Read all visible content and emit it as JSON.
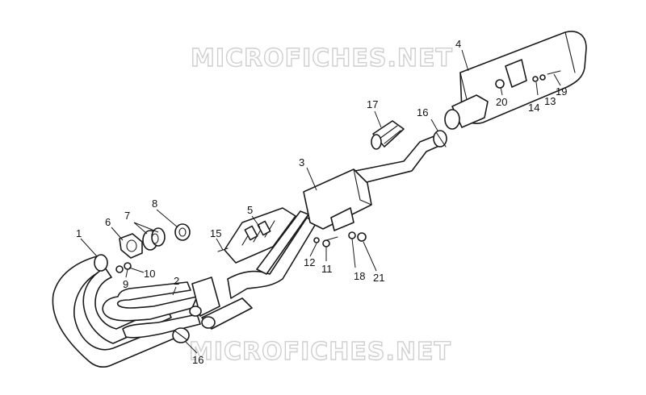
{
  "watermark": {
    "text": "MICROFICHES.NET",
    "color": "#cfcfcf"
  },
  "callouts": [
    {
      "id": "c1",
      "label": "1"
    },
    {
      "id": "c2",
      "label": "2"
    },
    {
      "id": "c3",
      "label": "3"
    },
    {
      "id": "c4",
      "label": "4"
    },
    {
      "id": "c5",
      "label": "5"
    },
    {
      "id": "c6",
      "label": "6"
    },
    {
      "id": "c7",
      "label": "7"
    },
    {
      "id": "c8",
      "label": "8"
    },
    {
      "id": "c9",
      "label": "9"
    },
    {
      "id": "c10",
      "label": "10"
    },
    {
      "id": "c11",
      "label": "11"
    },
    {
      "id": "c12",
      "label": "12"
    },
    {
      "id": "c13",
      "label": "13"
    },
    {
      "id": "c14",
      "label": "14"
    },
    {
      "id": "c15",
      "label": "15"
    },
    {
      "id": "c16a",
      "label": "16"
    },
    {
      "id": "c16b",
      "label": "16"
    },
    {
      "id": "c17",
      "label": "17"
    },
    {
      "id": "c18",
      "label": "18"
    },
    {
      "id": "c19",
      "label": "19"
    },
    {
      "id": "c20",
      "label": "20"
    },
    {
      "id": "c21",
      "label": "21"
    }
  ]
}
